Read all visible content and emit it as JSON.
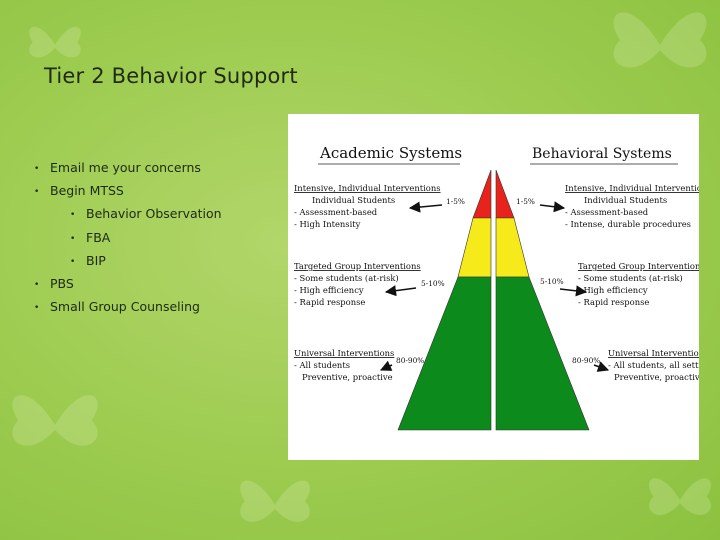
{
  "slide": {
    "title": "Tier 2 Behavior Support",
    "bullets": [
      {
        "text": "Email me your concerns",
        "level": 1
      },
      {
        "text": "Begin MTSS",
        "level": 1
      },
      {
        "text": "Behavior Observation",
        "level": 2
      },
      {
        "text": "FBA",
        "level": 2
      },
      {
        "text": "BIP",
        "level": 2
      },
      {
        "text": "PBS",
        "level": 1
      },
      {
        "text": "Small Group Counseling",
        "level": 1
      }
    ],
    "bullet_glyph": "•"
  },
  "pyramid": {
    "left_heading": "Academic Systems",
    "right_heading": "Behavioral Systems",
    "colors": {
      "top": "#e8231b",
      "middle": "#f6ea1a",
      "bottom": "#0d8a1c"
    },
    "left": {
      "tier3": {
        "title": "Intensive, Individual Interventions",
        "lines": [
          "Individual Students",
          "- Assessment-based",
          "- High Intensity"
        ],
        "percent": "1-5%"
      },
      "tier2": {
        "title": "Targeted Group Interventions",
        "lines": [
          "- Some students (at-risk)",
          "- High efficiency",
          "- Rapid response"
        ],
        "percent": "5-10%"
      },
      "tier1": {
        "title": "Universal Interventions",
        "lines": [
          "- All students",
          "Preventive, proactive"
        ],
        "percent": "80-90%"
      }
    },
    "right": {
      "tier3": {
        "title": "Intensive, Individual Interventions",
        "lines": [
          "Individual Students",
          "- Assessment-based",
          "- Intense, durable procedures"
        ],
        "percent": "1-5%"
      },
      "tier2": {
        "title": "Targeted Group Interventions",
        "lines": [
          "- Some students (at-risk)",
          "- High efficiency",
          "- Rapid response"
        ],
        "percent": "5-10%"
      },
      "tier1": {
        "title": "Universal Interventions",
        "lines": [
          "- All students, all settings",
          "Preventive, proactive"
        ],
        "percent": "80-90%"
      }
    }
  }
}
